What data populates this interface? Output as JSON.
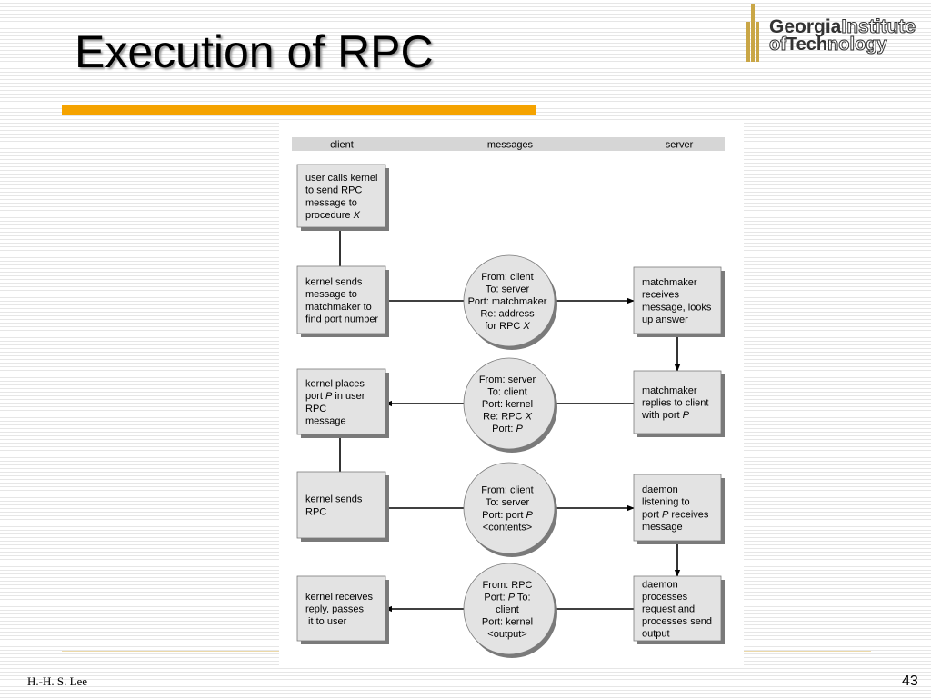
{
  "slide": {
    "title": "Execution of RPC",
    "author": "H.-H. S. Lee",
    "page_number": "43",
    "logo": {
      "line1_bold": "Georgia",
      "line1_outline": "Institute",
      "line2_outline1": "of",
      "line2_bold": "Tech",
      "line2_outline2": "nology"
    },
    "accent_color": "#f5a300"
  },
  "diagram": {
    "columns": {
      "client": "client",
      "messages": "messages",
      "server": "server"
    },
    "client_boxes": [
      {
        "lines": [
          [
            "user calls kernel"
          ],
          [
            "to send RPC"
          ],
          [
            "message to"
          ],
          [
            "procedure ",
            {
              "i": "X"
            }
          ]
        ]
      },
      {
        "lines": [
          [
            "kernel sends"
          ],
          [
            "message to"
          ],
          [
            "matchmaker to"
          ],
          [
            "find port number"
          ]
        ]
      },
      {
        "lines": [
          [
            "kernel places"
          ],
          [
            "port ",
            {
              "i": "P"
            },
            " in user"
          ],
          [
            "RPC"
          ],
          [
            "message"
          ]
        ]
      },
      {
        "lines": [
          [
            "kernel sends"
          ],
          [
            "RPC"
          ]
        ]
      },
      {
        "lines": [
          [
            "kernel receives"
          ],
          [
            "reply, passes"
          ],
          [
            " it to user"
          ]
        ]
      }
    ],
    "messages": [
      {
        "lines": [
          [
            "From: client"
          ],
          [
            "To: server"
          ],
          [
            "Port: matchmaker"
          ],
          [
            "Re: address"
          ],
          [
            "for RPC ",
            {
              "i": "X"
            }
          ]
        ]
      },
      {
        "lines": [
          [
            "From: server"
          ],
          [
            "To: client"
          ],
          [
            "Port: kernel"
          ],
          [
            "Re: RPC ",
            {
              "i": "X"
            }
          ],
          [
            "Port: ",
            {
              "i": "P"
            }
          ]
        ]
      },
      {
        "lines": [
          [
            "From: client"
          ],
          [
            "To: server"
          ],
          [
            "Port: port ",
            {
              "i": "P"
            }
          ],
          [
            "<contents>"
          ]
        ]
      },
      {
        "lines": [
          [
            "From: RPC"
          ],
          [
            "Port: ",
            {
              "i": "P"
            },
            " To:"
          ],
          [
            "client"
          ],
          [
            "Port: kernel"
          ],
          [
            "<output>"
          ]
        ]
      }
    ],
    "server_boxes": [
      {
        "lines": [
          [
            "matchmaker"
          ],
          [
            "receives"
          ],
          [
            "message, looks"
          ],
          [
            "up answer"
          ]
        ]
      },
      {
        "lines": [
          [
            "matchmaker"
          ],
          [
            "replies to client"
          ],
          [
            "with port ",
            {
              "i": "P"
            }
          ]
        ]
      },
      {
        "lines": [
          [
            "daemon"
          ],
          [
            "listening to"
          ],
          [
            "port ",
            {
              "i": "P"
            },
            " receives"
          ],
          [
            "message"
          ]
        ]
      },
      {
        "lines": [
          [
            "daemon"
          ],
          [
            "processes"
          ],
          [
            "request and"
          ],
          [
            "processes send"
          ],
          [
            "output"
          ]
        ]
      }
    ]
  }
}
